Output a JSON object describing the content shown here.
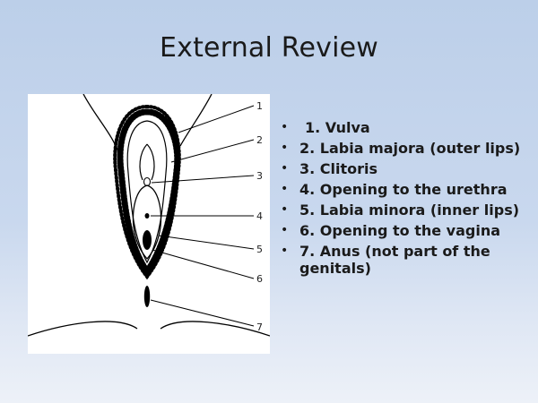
{
  "slide": {
    "title": "External Review"
  },
  "diagram": {
    "labels": [
      "1",
      "2",
      "3",
      "4",
      "5",
      "6",
      "7"
    ]
  },
  "list": {
    "bullet_symbol": "•",
    "items": [
      "1. Vulva",
      "2. Labia majora (outer lips)",
      "3. Clitoris",
      "4. Opening to the urethra",
      "5. Labia minora (inner lips)",
      "6. Opening to the vagina",
      "7. Anus (not part of the genitals)"
    ]
  }
}
